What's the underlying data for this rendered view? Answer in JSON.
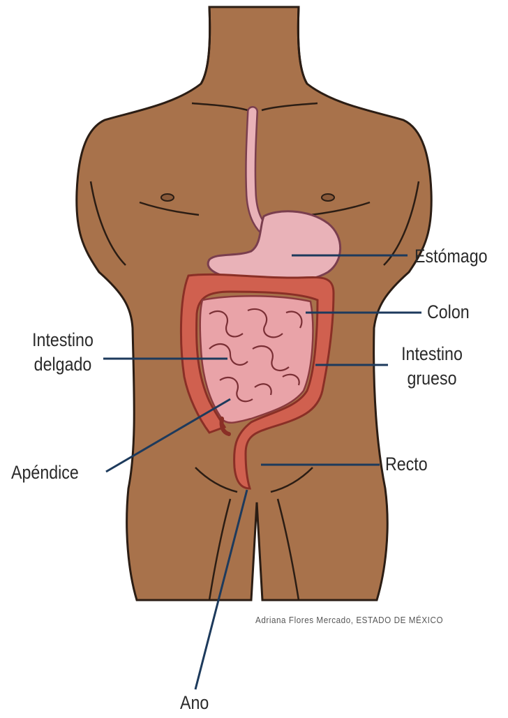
{
  "labels": {
    "estomago": "Estómago",
    "colon": "Colon",
    "intestino_delgado_1": "Intestino",
    "intestino_delgado_2": "delgado",
    "intestino_grueso_1": "Intestino",
    "intestino_grueso_2": "grueso",
    "apendice": "Apéndice",
    "recto": "Recto",
    "ano": "Ano"
  },
  "credit": "Adriana Flores Mercado, ESTADO DE MÉXICO",
  "colors": {
    "skin": "#a8724b",
    "skin_outline": "#2b1d14",
    "organ_pink": "#e9b2b8",
    "colon_red": "#d0604f",
    "leader_line": "#1d3a5c"
  }
}
